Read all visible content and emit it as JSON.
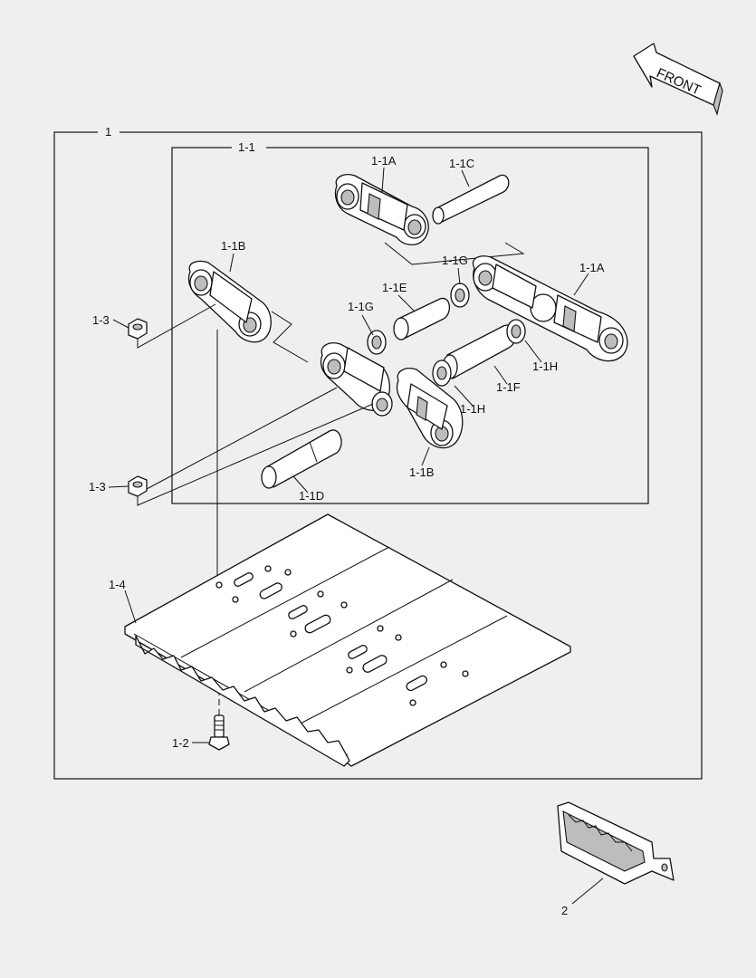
{
  "front_arrow": {
    "label": "FRONT"
  },
  "labels": {
    "assembly": "1",
    "link_assembly": "1-1",
    "link_a_top": "1-1A",
    "bushing_top": "1-1C",
    "link_b_left": "1-1B",
    "seal_g_right": "1-1G",
    "link_a_right": "1-1A",
    "bushing_e": "1-1E",
    "seal_g_left": "1-1G",
    "nut_top": "1-3",
    "seal_h_right": "1-1H",
    "bushing_f": "1-1F",
    "seal_h_left": "1-1H",
    "link_b_bottom": "1-1B",
    "nut_bottom": "1-3",
    "pin_d": "1-1D",
    "shoe": "1-4",
    "bolt": "1-2",
    "guard": "2"
  }
}
